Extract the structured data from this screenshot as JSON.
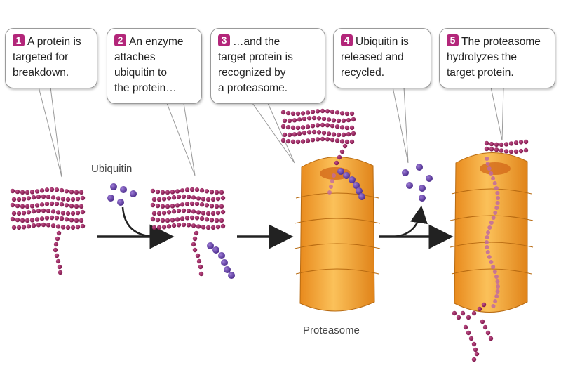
{
  "steps": [
    {
      "num": "1",
      "text": "A protein is\ntargeted for\nbreakdown."
    },
    {
      "num": "2",
      "text": "An enzyme\nattaches\nubiquitin to\nthe protein…"
    },
    {
      "num": "3",
      "text": "…and the\ntarget protein is\nrecognized by\na proteasome."
    },
    {
      "num": "4",
      "text": "Ubiquitin is\nreleased and\nrecycled."
    },
    {
      "num": "5",
      "text": "The proteasome\nhydrolyzes the\ntarget protein."
    }
  ],
  "labels": {
    "ubiquitin": "Ubiquitin",
    "proteasome": "Proteasome"
  },
  "colors": {
    "step_badge": "#b3267a",
    "protein_bead": "#8e1f5a",
    "ubiquitin_bead": "#5b3a9a",
    "proteasome_body": "#f2a93b",
    "arrow": "#222222"
  }
}
